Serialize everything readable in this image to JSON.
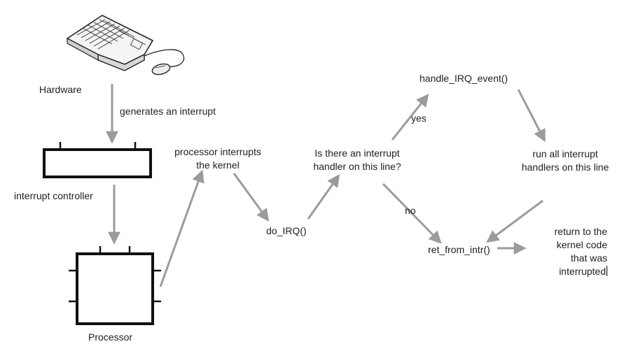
{
  "labels": {
    "hardware": "Hardware",
    "generates_interrupt": "generates an interrupt",
    "interrupt_controller": "interrupt controller",
    "processor": "Processor",
    "processor_interrupts": [
      "processor interrupts",
      "the kernel"
    ],
    "do_irq": "do_IRQ()",
    "is_there_handler": [
      "Is there an interrupt",
      "handler on this line?"
    ],
    "yes": "yes",
    "no": "no",
    "handle_irq_event": "handle_IRQ_event()",
    "run_all_handlers": [
      "run all interrupt",
      "handlers on this line"
    ],
    "ret_from_intr": "ret_from_intr()",
    "return_to_kernel": [
      "return to  the",
      "kernel code",
      "that was",
      "interrupted"
    ]
  },
  "colors": {
    "arrow": "#9b9b9b",
    "box_stroke": "#111111",
    "text": "#1e1e1e"
  },
  "icons": {
    "keyboard": "keyboard-icon"
  }
}
